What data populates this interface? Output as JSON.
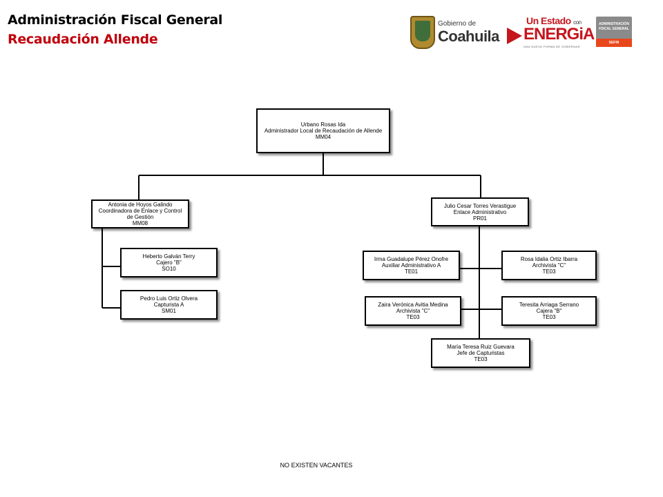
{
  "header": {
    "title_line1": "Administración Fiscal General",
    "title_line2": "Recaudación Allende",
    "accent_color": "#c0000b"
  },
  "logos": {
    "coahuila_small": "Gobierno de",
    "coahuila_big": "Coahuila",
    "energia_top": "Un Estado",
    "energia_con": "con",
    "energia_big": "ENERGiA",
    "energia_sub": "UNA NUEVA FORMA DE GOBERNAR",
    "afg_line1": "ADMINISTRACIÓN",
    "afg_line2": "FISCAL GENERAL",
    "afg_band": "SEFIN"
  },
  "org": {
    "director": {
      "name": "Urbano Rosas Ida",
      "role": "Administrador  Local de Recaudación de Allende",
      "code": "MM04"
    },
    "coordinator": {
      "name": "Antonia de Hoyos Galindo",
      "role": "Coordinadora  de Enlace y Control de Gestión",
      "code": "MM08"
    },
    "cashier_1": {
      "name": "Heberto Galván Terry",
      "role": "Cajero \"B\"",
      "code": "SO10"
    },
    "capturist": {
      "name": "Pedro Luis Ortiz Olvera",
      "role": "Capturista A",
      "code": "SM01"
    },
    "liaison": {
      "name": "Julio Cesar Torres Verastigue",
      "role": "Enlace Administrativo",
      "code": "PR01"
    },
    "admin_assistant": {
      "name": "Irma Guadalupe Pérez Onofre",
      "role": "Auxiliar  Administrativo  A",
      "code": "TE01"
    },
    "archivist_1": {
      "name": "Rosa Idalia Ortiz Ibarra",
      "role": "Archivista  \"C\"",
      "code": "TE03"
    },
    "archivist_2": {
      "name": "Zaira Verónica Avitia Medina",
      "role": "Archivista  \"C\"",
      "code": "TE03"
    },
    "cashier_2": {
      "name": "Teresita Arriaga Serrano",
      "role": "Cajera \"B\"",
      "code": "TE03"
    },
    "capture_chief": {
      "name": "María Teresa Ruiz Guevara",
      "role": "Jefe de Capturistas",
      "code": "TE03"
    }
  },
  "footer": {
    "note": "NO EXISTEN  VACANTES"
  }
}
